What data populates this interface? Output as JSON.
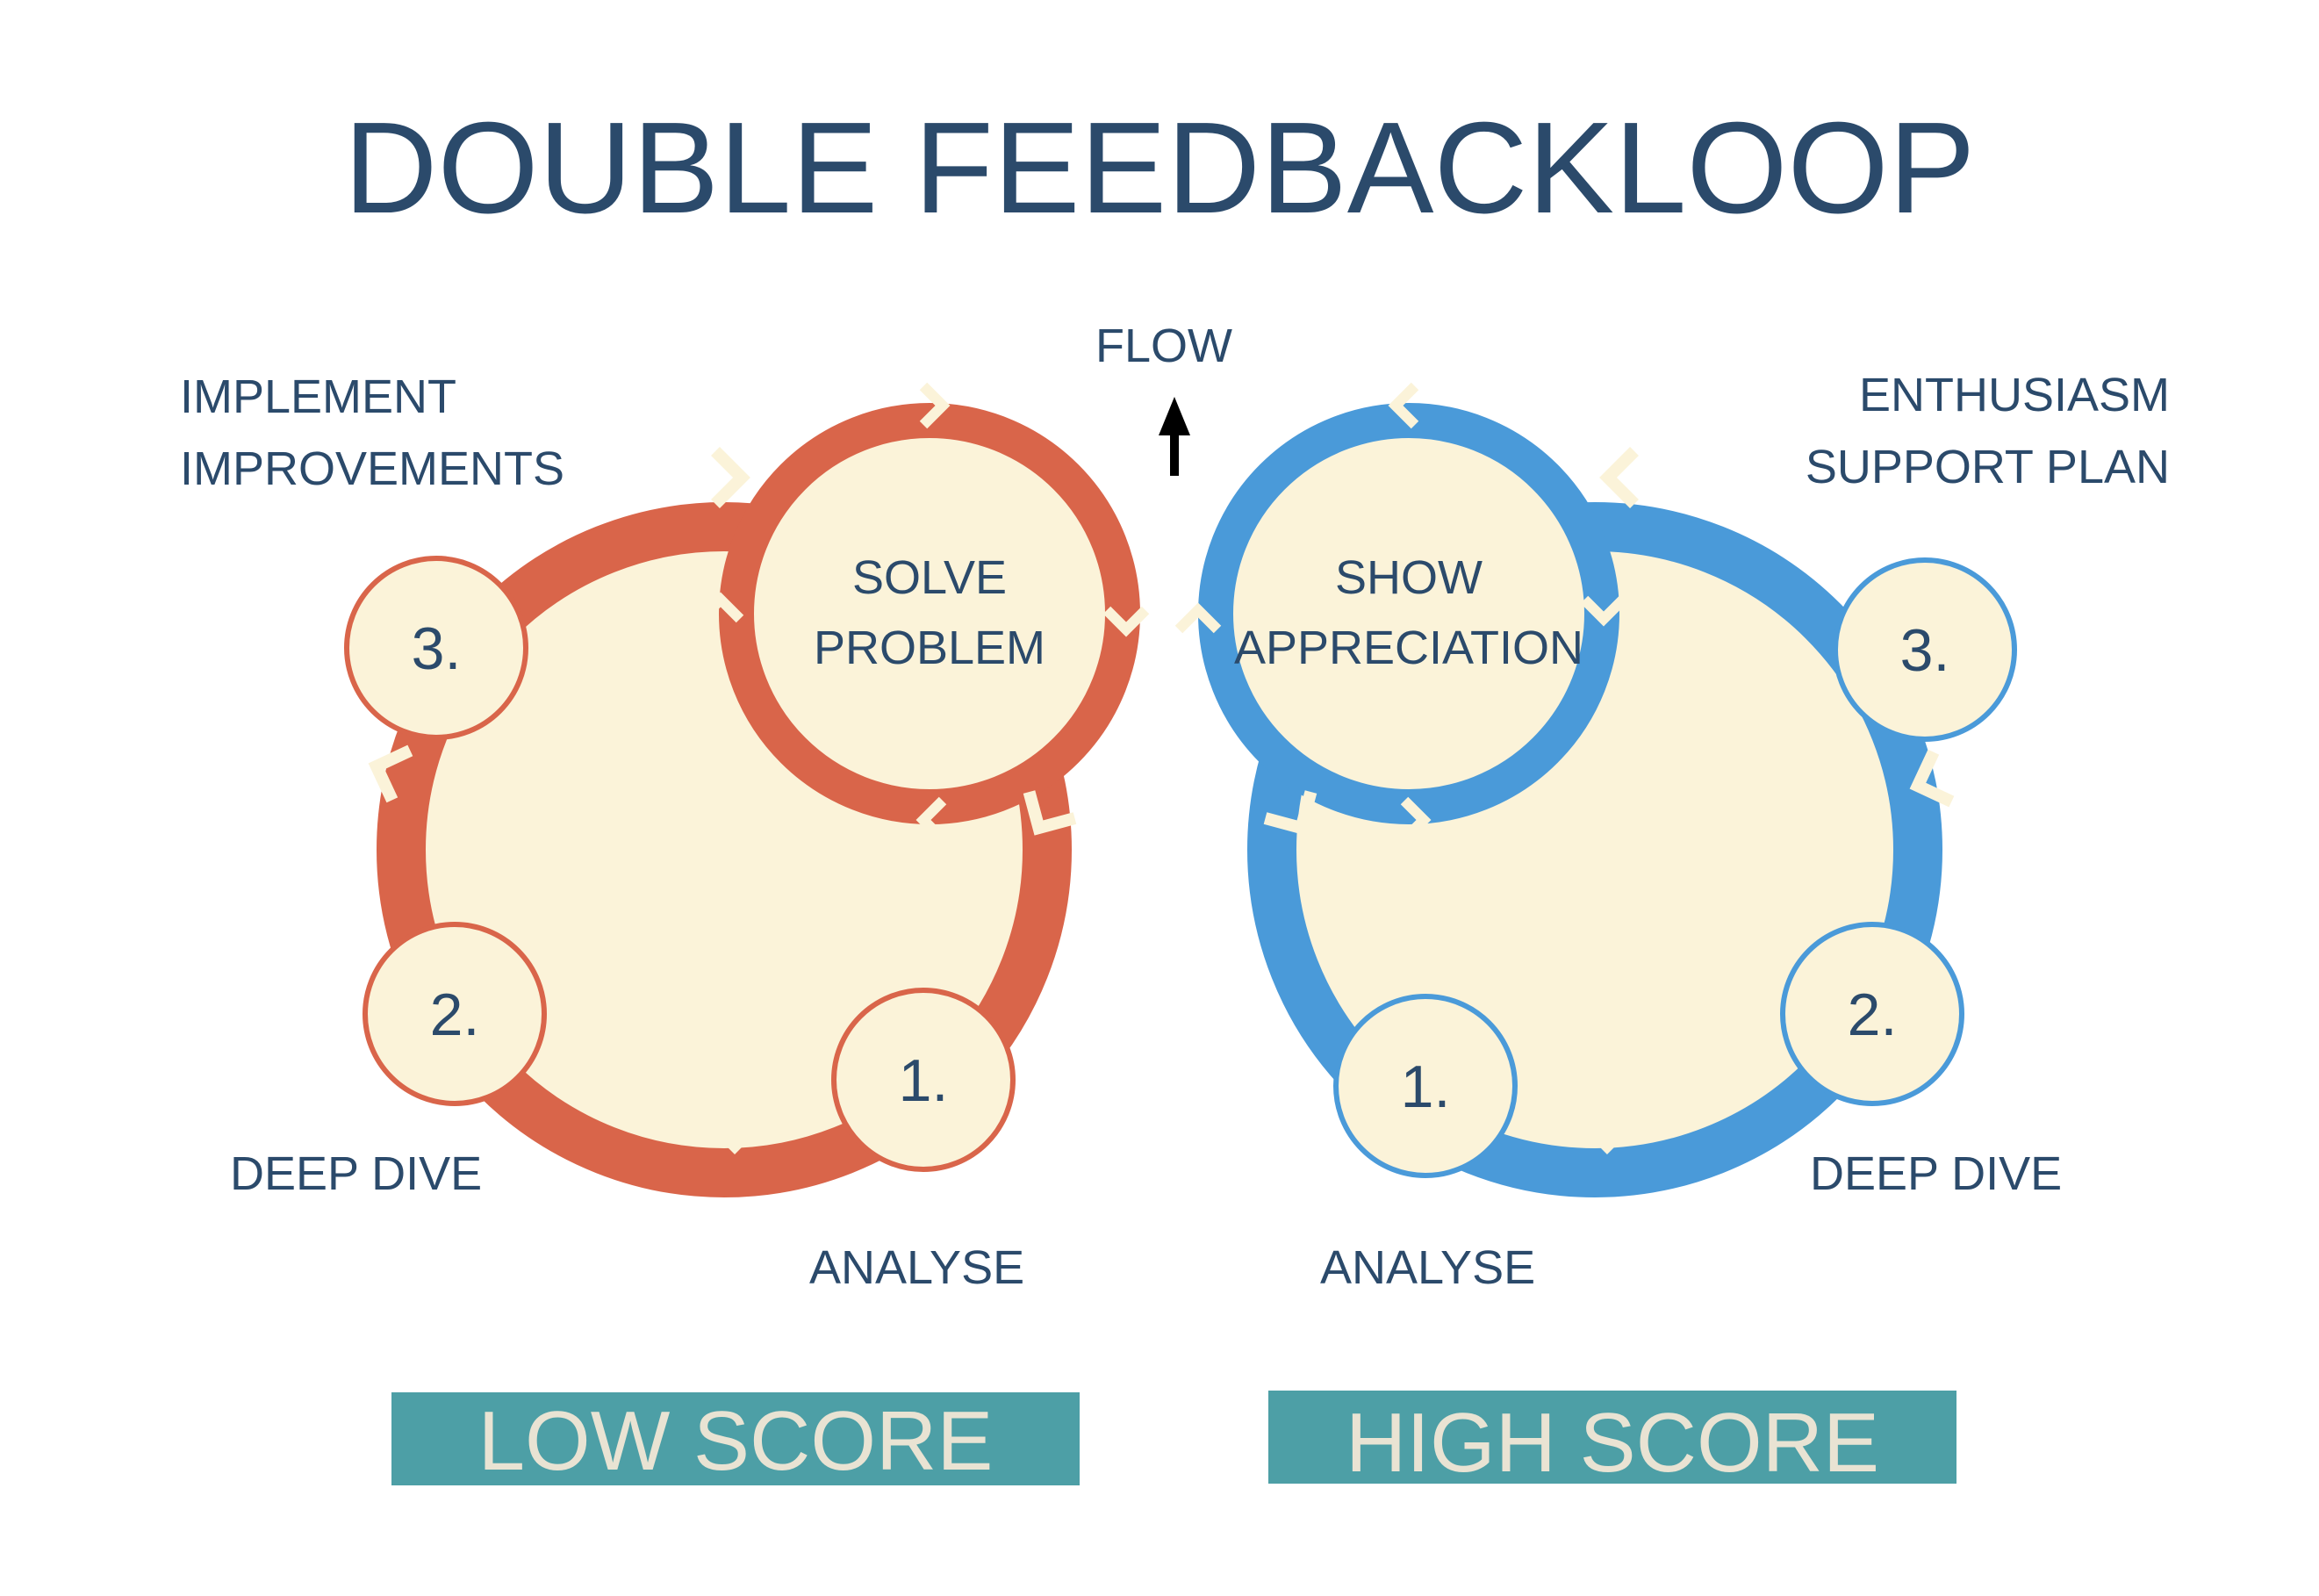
{
  "title": "DOUBLE FEEDBACKLOOP",
  "flow": {
    "label": "FLOW"
  },
  "colors": {
    "red": "#d9654a",
    "blue": "#4a9ad9",
    "cream": "#fbf3d9",
    "text": "#2b4a6b",
    "teal": "#4d9fa6",
    "score_text": "#e9e3d3"
  },
  "left_loop": {
    "center_line1": "SOLVE",
    "center_line2": "PROBLEM",
    "step1": {
      "number": "1.",
      "label": "ANALYSE"
    },
    "step2": {
      "number": "2.",
      "label": "DEEP DIVE"
    },
    "step3": {
      "number": "3.",
      "label_line1": "IMPLEMENT",
      "label_line2": "IMPROVEMENTS"
    },
    "score": "LOW SCORE"
  },
  "right_loop": {
    "center_line1": "SHOW",
    "center_line2": "APPRECIATION",
    "step1": {
      "number": "1.",
      "label": "ANALYSE"
    },
    "step2": {
      "number": "2.",
      "label": "DEEP DIVE"
    },
    "step3": {
      "number": "3.",
      "label_line1": "ENTHUSIASM",
      "label_line2": "SUPPORT PLAN"
    },
    "score": "HIGH SCORE"
  }
}
